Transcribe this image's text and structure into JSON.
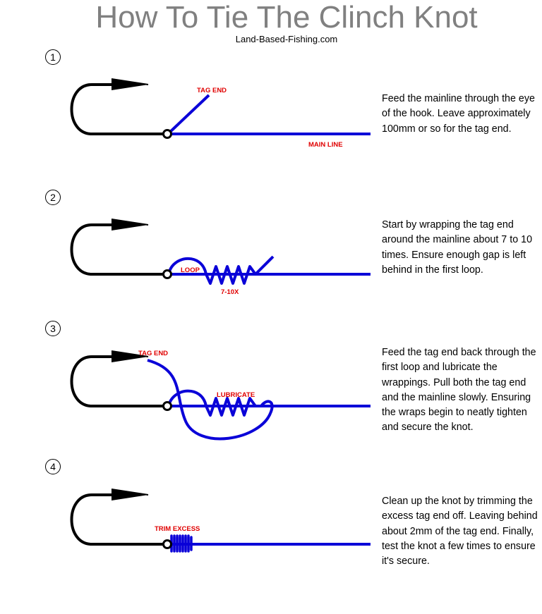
{
  "title": "How To Tie The Clinch Knot",
  "subtitle": "Land-Based-Fishing.com",
  "steps": [
    {
      "number": "1",
      "text": "Feed the mainline through the eye of the hook. Leave approximately 100mm or so for the tag end.",
      "labels": [
        "TAG END",
        "MAIN LINE"
      ]
    },
    {
      "number": "2",
      "text": "Start by wrapping the tag end around the mainline about 7 to 10 times. Ensure enough gap is left behind in the first loop.",
      "labels": [
        "LOOP",
        "7-10X"
      ]
    },
    {
      "number": "3",
      "text": "Feed the tag end back through the first loop and lubricate the wrappings. Pull both the tag end and the mainline slowly. Ensuring the wraps begin to neatly tighten and secure the knot.",
      "labels": [
        "TAG END",
        "LUBRICATE"
      ]
    },
    {
      "number": "4",
      "text": "Clean up the knot by trimming the excess tag end off. Leaving behind about 2mm of the tag end. Finally, test the knot a few times to ensure it's secure.",
      "labels": [
        "TRIM EXCESS"
      ]
    }
  ],
  "colors": {
    "line": "#0a00d8",
    "hook": "#000000",
    "label": "#e00000",
    "title": "#808080"
  }
}
